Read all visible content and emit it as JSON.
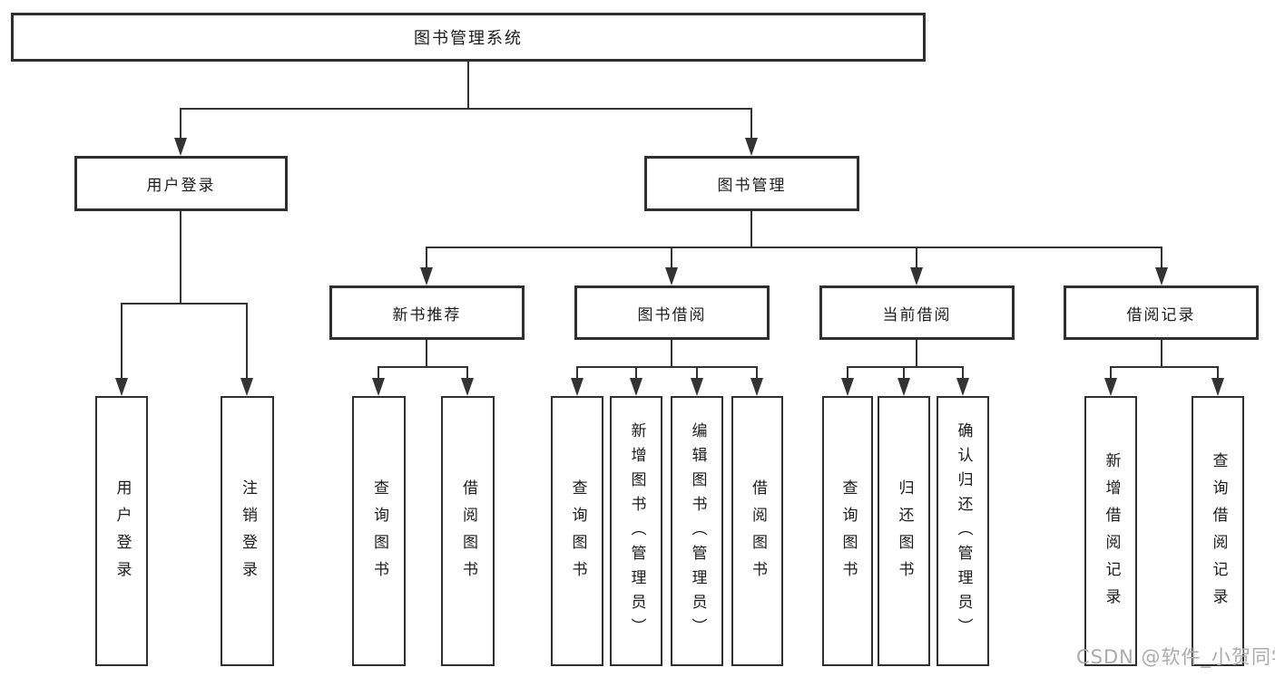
{
  "diagram_title": "图书管理系统",
  "tree": {
    "label": "图书管理系统",
    "children": [
      {
        "label": "用户登录",
        "children": [
          {
            "label": "用户登录"
          },
          {
            "label": "注销登录"
          }
        ]
      },
      {
        "label": "图书管理",
        "children": [
          {
            "label": "新书推荐",
            "children": [
              {
                "label": "查询图书"
              },
              {
                "label": "借阅图书"
              }
            ]
          },
          {
            "label": "图书借阅",
            "children": [
              {
                "label": "查询图书"
              },
              {
                "label": "新增图书（管理员）"
              },
              {
                "label": "编辑图书（管理员）"
              },
              {
                "label": "借阅图书"
              }
            ]
          },
          {
            "label": "当前借阅",
            "children": [
              {
                "label": "查询图书"
              },
              {
                "label": "归还图书"
              },
              {
                "label": "确认归还（管理员）"
              }
            ]
          },
          {
            "label": "借阅记录",
            "children": [
              {
                "label": "新增借阅记录"
              },
              {
                "label": "查询借阅记录"
              }
            ]
          }
        ]
      }
    ]
  },
  "watermark": "CSDN @软件_小贺同学",
  "colors": {
    "background": "#ffffff",
    "box_border": "#2f2f2f",
    "line": "#333333",
    "text": "#1c1c1c",
    "watermark": "#ababab"
  }
}
